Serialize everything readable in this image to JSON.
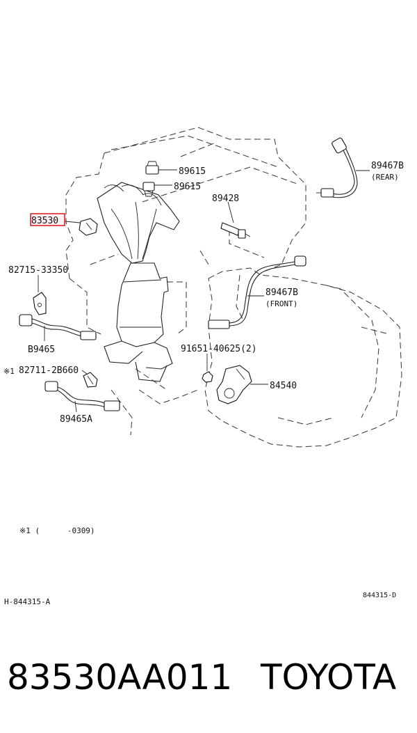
{
  "diagram": {
    "callouts": {
      "p89467b_rear": "89467B",
      "rear": "(REAR)",
      "p89615_a": "89615",
      "p89615_b": "89615",
      "p89428": "89428",
      "p83530": "83530",
      "p82715": "82715-33350",
      "p89467b_front": "89467B",
      "front": "(FRONT)",
      "p89465": "B9465",
      "p91651": "91651-40625(2)",
      "p82711_mark": "※1",
      "p82711": "82711-2B660",
      "p84540": "84540",
      "p89465a": "89465A"
    },
    "note": "※1 (      -0309)",
    "ref_left": "H-844315-A",
    "ref_right": "844315-D"
  },
  "footer": {
    "part_number": "83530AA011",
    "brand": "TOYOTA"
  },
  "colors": {
    "highlight": "#e0202a",
    "ink": "#111111"
  }
}
